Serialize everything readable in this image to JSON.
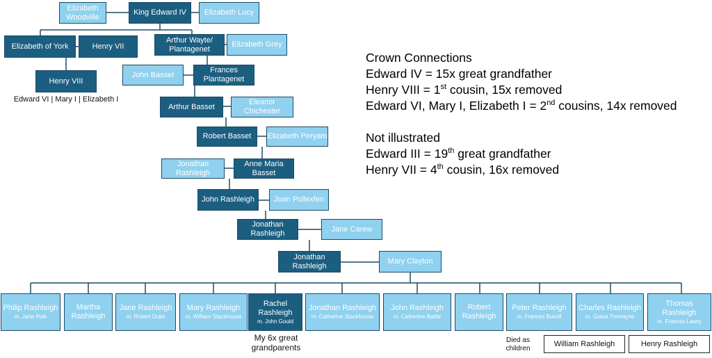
{
  "people": {
    "elizabeth_woodville": {
      "name": "Elizabeth Woodville"
    },
    "edward_iv": {
      "name": "King Edward IV"
    },
    "elizabeth_lucy": {
      "name": "Elizabeth Lucy"
    },
    "elizabeth_of_york": {
      "name": "Elizabeth of York"
    },
    "henry_vii": {
      "name": "Henry VII"
    },
    "arthur_wayte": {
      "name": "Arthur Wayte/ Plantagenet"
    },
    "elizabeth_grey": {
      "name": "Elizabeth Grey"
    },
    "henry_viii": {
      "name": "Henry VIII"
    },
    "john_basset": {
      "name": "John Basset"
    },
    "frances_plantagenet": {
      "name": "Frances Plantagenet"
    },
    "arthur_basset": {
      "name": "Arthur Basset"
    },
    "eleanor_chichester": {
      "name": "Eleanor Chichester"
    },
    "robert_basset": {
      "name": "Robert Basset"
    },
    "elizabeth_peryam": {
      "name": "Elizabeth Peryam"
    },
    "jonathan_rashleigh_1": {
      "name": "Jonathan Rashleigh"
    },
    "anne_maria_basset": {
      "name": "Anne Maria Basset"
    },
    "john_rashleigh": {
      "name": "John Rashleigh"
    },
    "joan_pollexfen": {
      "name": "Joan Pollexfen"
    },
    "jonathan_rashleigh_2": {
      "name": "Jonathan Rashleigh"
    },
    "jane_carew": {
      "name": "Jane Carew"
    },
    "jonathan_rashleigh_3": {
      "name": "Jonathan Rashleigh"
    },
    "mary_clayton": {
      "name": "Mary Clayton"
    }
  },
  "tudor_children": "Edward VI | Mary I | Elizabeth I",
  "children": [
    {
      "name": "Philip Rashleigh",
      "spouse": "m. Jane Pole"
    },
    {
      "name": "Martha Rashleigh",
      "spouse": ""
    },
    {
      "name": "Jane Rashleigh",
      "spouse": "m. Robert Duke"
    },
    {
      "name": "Mary Rashleigh",
      "spouse": "m. William Stackhouse"
    },
    {
      "name": "Rachel Rashleigh",
      "spouse": "m. John Gould"
    },
    {
      "name": "Jonathan Rashleigh",
      "spouse": "m. Catherine Stackhouse"
    },
    {
      "name": "John Rashleigh",
      "spouse": "m. Catherine Battle"
    },
    {
      "name": "Robert Rashleigh",
      "spouse": ""
    },
    {
      "name": "Peter Rashleigh",
      "spouse": "m. Frances Burvill"
    },
    {
      "name": "Charles Rashleigh",
      "spouse": "m. Grace Tremayne"
    },
    {
      "name": "Thomas Rashleigh",
      "spouse": "m. Frances Lawry"
    }
  ],
  "notes": {
    "grandparents": "My 6x great grandparents",
    "died_as_children": "Died as children",
    "william": "William Rashleigh",
    "henry": "Henry Rashleigh"
  },
  "info": {
    "heading": "Crown Connections",
    "line1": "Edward IV  = 15x great grandfather",
    "line2_pre": "Henry VIII = 1",
    "line2_sup": "st",
    "line2_post": " cousin, 15x removed",
    "line3_pre": "Edward VI, Mary I, Elizabeth I = 2",
    "line3_sup": "nd",
    "line3_post": " cousins, 14x removed",
    "heading2": "Not illustrated",
    "line4_pre": "Edward III = 19",
    "line4_sup": "th",
    "line4_post": " great grandfather",
    "line5_pre": "Henry VII = 4",
    "line5_sup": "th",
    "line5_post": " cousin, 16x removed"
  },
  "colors": {
    "dark": "#1b5e80",
    "light": "#8fd1ef",
    "line": "#1a4a66"
  }
}
